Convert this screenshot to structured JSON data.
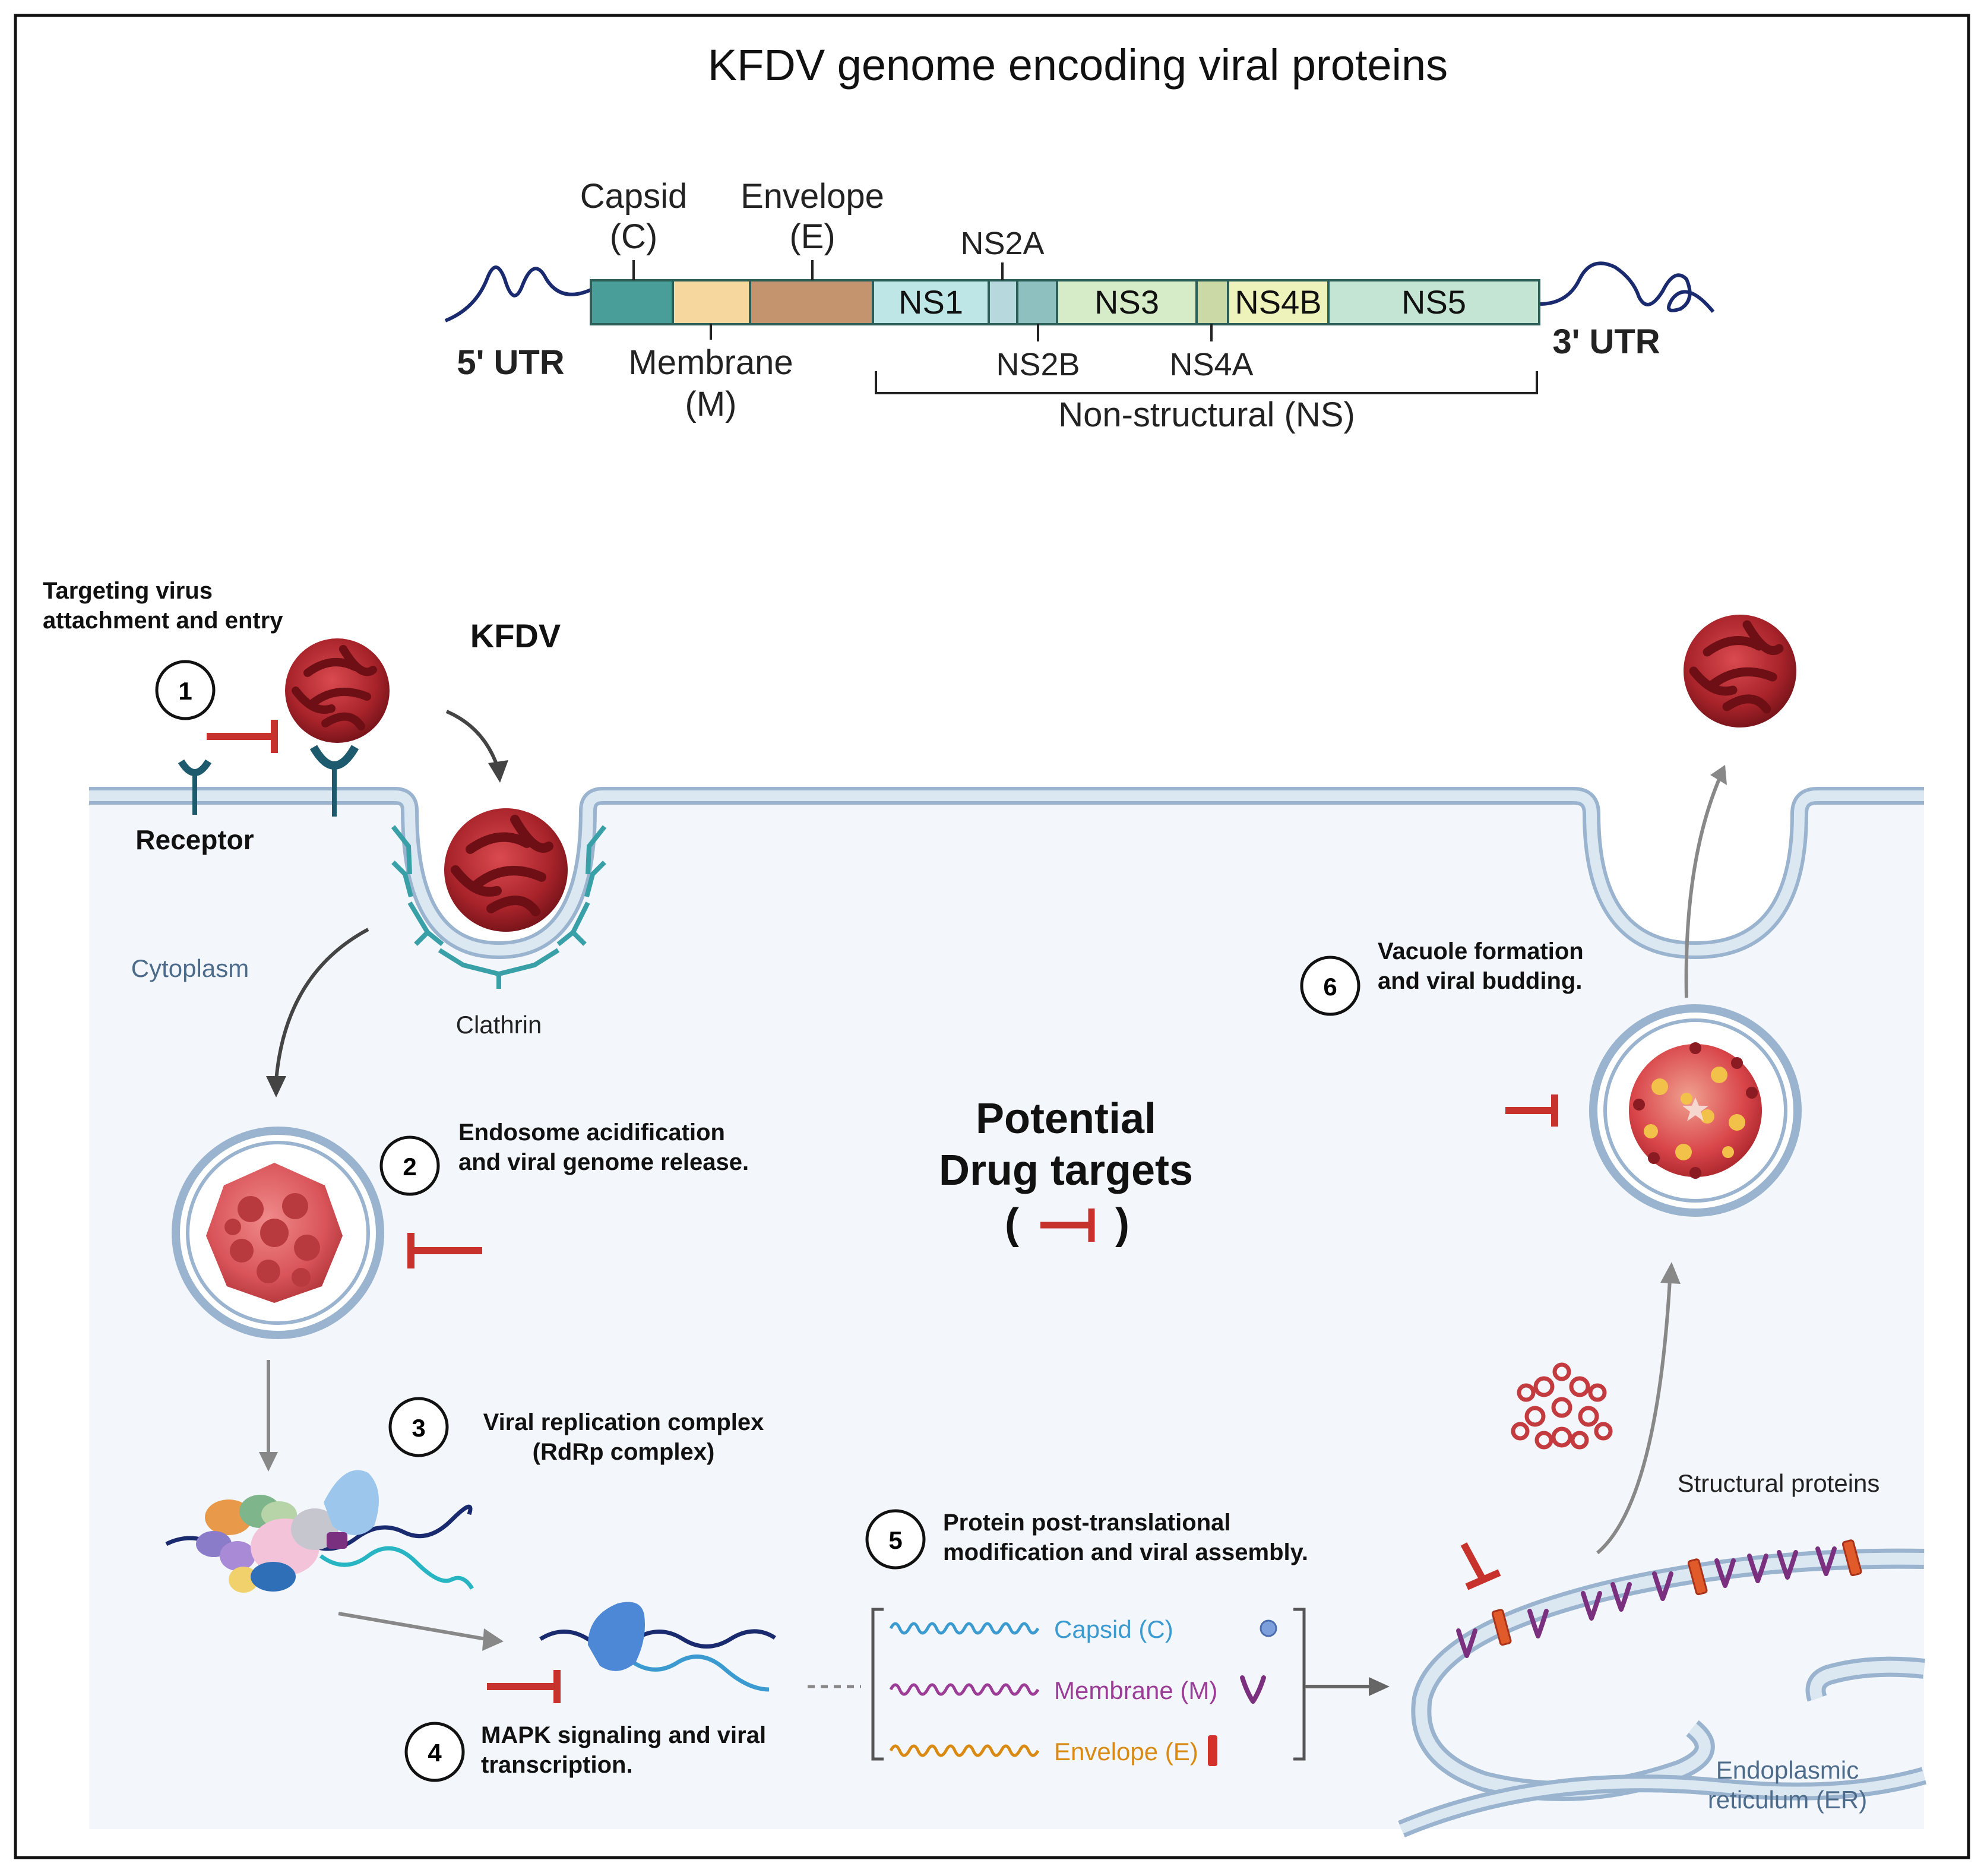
{
  "title": "KFDV genome encoding viral proteins",
  "genome": {
    "utr5": "5' UTR",
    "utr3": "3' UTR",
    "top_labels": {
      "capsid": [
        "Capsid",
        "(C)"
      ],
      "envelope": [
        "Envelope",
        "(E)"
      ],
      "ns2a": "NS2A"
    },
    "bottom_labels": {
      "membrane": [
        "Membrane",
        "(M)"
      ],
      "ns2b": "NS2B",
      "ns4a": "NS4A"
    },
    "segments": [
      {
        "key": "capsid",
        "label": "",
        "color": "#4a9e99"
      },
      {
        "key": "membrane",
        "label": "",
        "color": "#f6d79e"
      },
      {
        "key": "envelope",
        "label": "",
        "color": "#c4946f"
      },
      {
        "key": "ns1",
        "label": "NS1",
        "color": "#bfe6e6"
      },
      {
        "key": "ns2a",
        "label": "",
        "color": "#b7d9dd"
      },
      {
        "key": "ns2b",
        "label": "",
        "color": "#8fc0c0"
      },
      {
        "key": "ns3",
        "label": "NS3",
        "color": "#d6ebc8"
      },
      {
        "key": "ns4a",
        "label": "",
        "color": "#cbd9a6"
      },
      {
        "key": "ns4b",
        "label": "NS4B",
        "color": "#eef3bb"
      },
      {
        "key": "ns5",
        "label": "NS5",
        "color": "#c4e5d3"
      }
    ],
    "nonstructural": "Non-structural (NS)"
  },
  "labels": {
    "kfdv": "KFDV",
    "receptor": "Receptor",
    "cytoplasm": "Cytoplasm",
    "clathrin": "Clathrin",
    "structural_proteins": "Structural proteins",
    "er": [
      "Endoplasmic",
      "reticulum (ER)"
    ],
    "potential": [
      "Potential",
      "Drug targets"
    ],
    "paren_open": "(",
    "paren_close": ")"
  },
  "steps": [
    {
      "num": "1",
      "lines": [
        "Targeting virus",
        "attachment and entry"
      ]
    },
    {
      "num": "2",
      "lines": [
        "Endosome acidification",
        "and viral genome release."
      ]
    },
    {
      "num": "3",
      "lines": [
        "Viral replication complex",
        "(RdRp complex)"
      ]
    },
    {
      "num": "4",
      "lines": [
        "MAPK signaling and viral",
        "transcription."
      ]
    },
    {
      "num": "5",
      "lines": [
        "Protein post-translational",
        "modification and viral assembly."
      ]
    },
    {
      "num": "6",
      "lines": [
        "Vacuole formation",
        "and viral budding."
      ]
    }
  ],
  "transcripts": [
    {
      "label": "Capsid (C)",
      "color": "#3b9bd1"
    },
    {
      "label": "Membrane (M)",
      "color": "#9b3c97"
    },
    {
      "label": "Envelope (E)",
      "color": "#d98a12"
    }
  ],
  "colors": {
    "inhibitor": "#c8322d",
    "membrane_fill": "#dbe7f1",
    "membrane_edge": "#9ab4cf",
    "cytoplasm": "#f3f7fb",
    "virus": "#a8232a",
    "clathrin": "#3aa0a8",
    "receptor": "#1e5a6e"
  }
}
